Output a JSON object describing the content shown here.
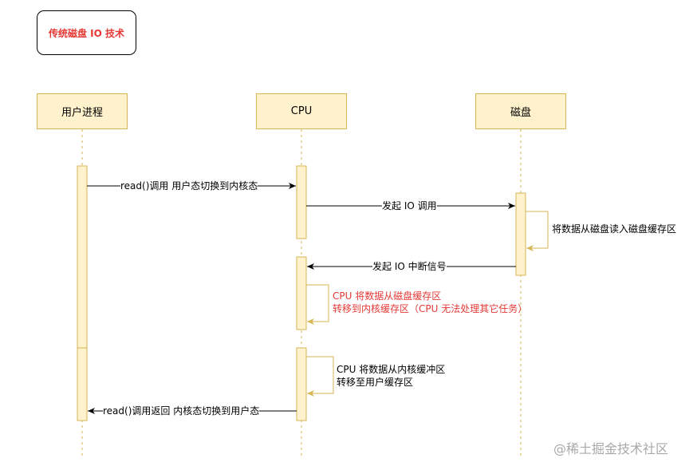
{
  "title": "传统磁盘 IO 技术",
  "actors": {
    "user": "用户进程",
    "cpu": "CPU",
    "disk": "磁盘"
  },
  "messages": {
    "m1": "read()调用 用户态切换到内核态",
    "m2": "发起 IO 调用",
    "m3": "发起 IO 中断信号",
    "m4": "read()调用返回 内核态切换到用户态"
  },
  "notes": {
    "disk_self": "将数据从磁盘读入磁盘缓存区",
    "cpu_copy1_line1": "CPU 将数据从磁盘缓存区",
    "cpu_copy1_line2": "转移到内核缓存区（CPU 无法处理其它任务）",
    "cpu_copy2_line1": "CPU 将数据从内核缓冲区",
    "cpu_copy2_line2": "转移至用户缓存区"
  },
  "watermark": "@稀土掘金技术社区",
  "colors": {
    "actor_fill": "#fff2cc",
    "actor_stroke": "#d6b656",
    "highlight_text": "#e53935"
  }
}
